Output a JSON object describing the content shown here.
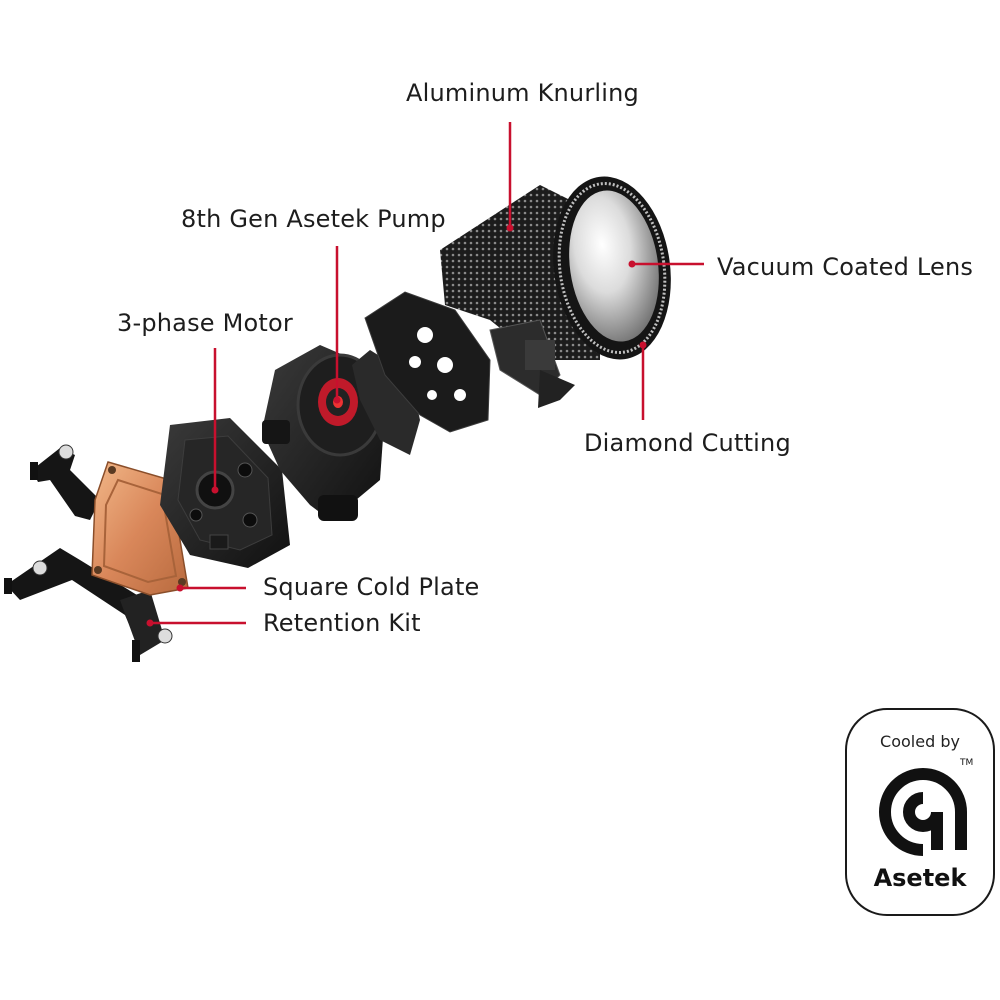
{
  "labels": {
    "aluminum_knurling": "Aluminum Knurling",
    "pump": "8th Gen Asetek Pump",
    "lens": "Vacuum Coated Lens",
    "motor": "3-phase Motor",
    "diamond": "Diamond Cutting",
    "cold_plate": "Square Cold Plate",
    "retention": "Retention Kit"
  },
  "badge": {
    "top": "Cooled by",
    "brand": "Asetek",
    "tm": "TM"
  },
  "colors": {
    "leader": "#c8102e",
    "body": "#1b1b1b",
    "copper": "#d88a5a"
  }
}
